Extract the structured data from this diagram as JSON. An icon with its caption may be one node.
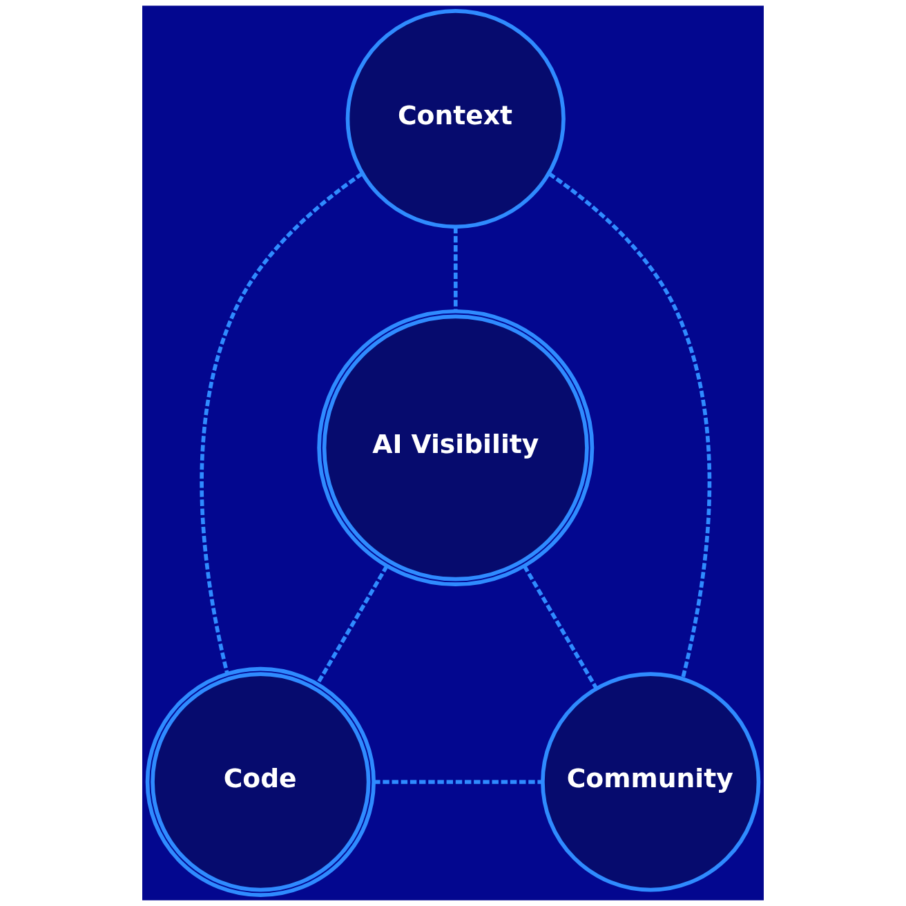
{
  "diagram": {
    "nodes": [
      {
        "text": [
          "Context"
        ]
      },
      {
        "text": [
          "AI Visibility"
        ]
      },
      {
        "text": [
          "Code"
        ]
      },
      {
        "text": [
          "Community"
        ]
      }
    ],
    "edges": [
      {
        "from": 0,
        "to": 1,
        "arrow": "none",
        "style": "dashed"
      },
      {
        "from": 1,
        "to": 2,
        "arrow": "none",
        "style": "dashed"
      },
      {
        "from": 1,
        "to": 3,
        "arrow": "none",
        "style": "dashed"
      },
      {
        "from": 0,
        "to": 2,
        "arrow": "none",
        "style": "dashed"
      },
      {
        "from": 0,
        "to": 3,
        "arrow": "none",
        "style": "dashed"
      },
      {
        "from": 2,
        "to": 3,
        "arrow": "none",
        "style": "dashed"
      }
    ]
  }
}
